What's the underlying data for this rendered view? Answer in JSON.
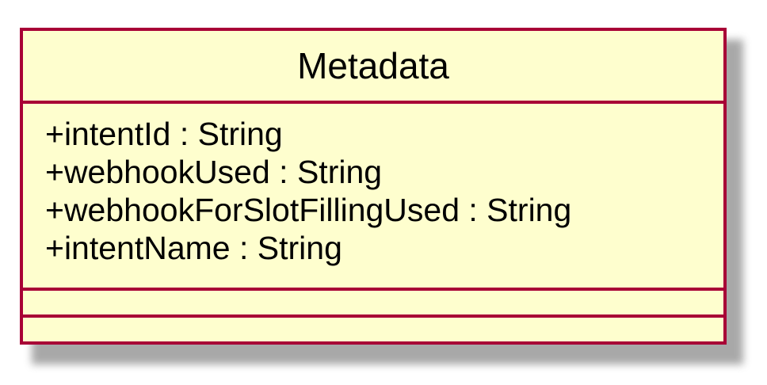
{
  "class": {
    "name": "Metadata",
    "attributes": [
      "+intentId : String",
      "+webhookUsed : String",
      "+webhookForSlotFillingUsed : String",
      "+intentName : String"
    ]
  },
  "colors": {
    "fill": "#FEFECE",
    "border": "#A80036",
    "shadow": "#9a9a9a"
  }
}
